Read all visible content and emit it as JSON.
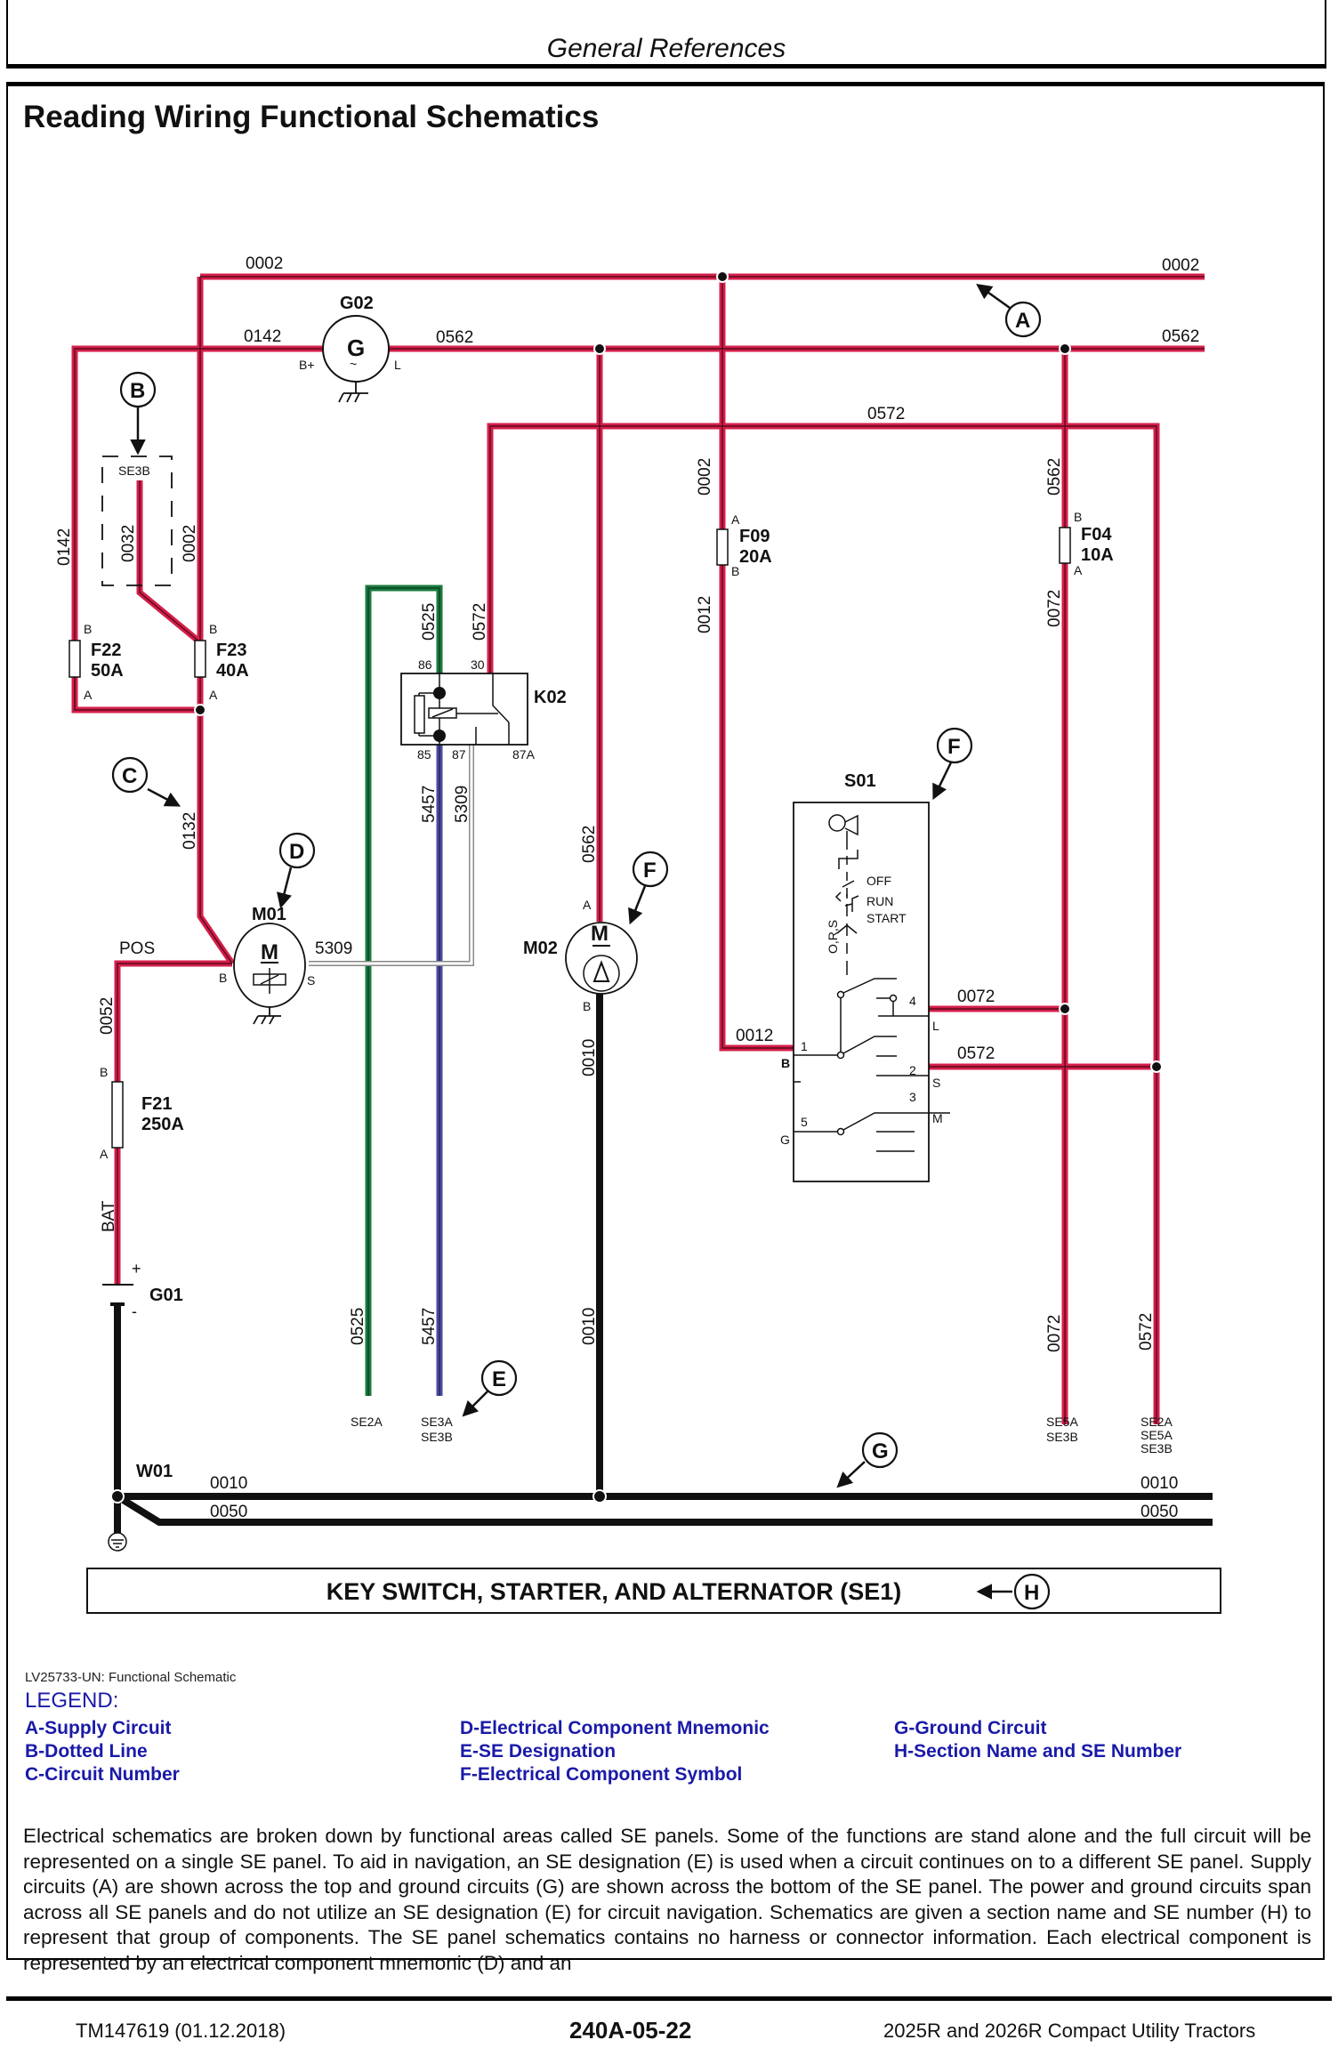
{
  "header": {
    "title": "General References"
  },
  "page_title": "Reading Wiring Functional Schematics",
  "colors": {
    "supply_wire": "#d41e4a",
    "supply_core": "#5a0a1c",
    "ground_wire": "#111111",
    "green_wire": "#1a7a3e",
    "blue_wire": "#4a4aa0",
    "legend_text": "#1a1aa8"
  },
  "schematic": {
    "circuits": {
      "c0002_top": "0002",
      "c0002_right": "0002",
      "c0142_h": "0142",
      "c0562_h": "0562",
      "c0562_right": "0562",
      "c0572_h": "0572",
      "c0142_v": "0142",
      "c0032": "0032",
      "c0002_v": "0002",
      "c0525_k": "0525",
      "c0572_k": "0572",
      "c0002_f09": "0002",
      "c0012_v": "0012",
      "c0562_f04": "0562",
      "c0072_v": "0072",
      "c0132": "0132",
      "c5457_k": "5457",
      "c5309_k": "5309",
      "c0562_m02": "0562",
      "c5309_h": "5309",
      "c0052": "0052",
      "c0010_m02": "0010",
      "c0012_h": "0012",
      "c0072_h": "0072",
      "c0572_h2": "0572",
      "c0525_low": "0525",
      "c5457_low": "5457",
      "c0010_low": "0010",
      "c0072_low": "0072",
      "c0572_low": "0572",
      "c0010_gnd": "0010",
      "c0050_gnd": "0050",
      "c0010_gnd_r": "0010",
      "c0050_gnd_r": "0050",
      "pos": "POS",
      "bat": "BAT"
    },
    "components": {
      "g02": {
        "name": "G02",
        "symbol": "G",
        "sub": "~",
        "pin_left": "B+",
        "pin_right": "L"
      },
      "f22": {
        "name": "F22",
        "rating": "50A",
        "pin_top": "B",
        "pin_bottom": "A"
      },
      "f23": {
        "name": "F23",
        "rating": "40A",
        "pin_top": "B",
        "pin_bottom": "A"
      },
      "f09": {
        "name": "F09",
        "rating": "20A",
        "pin_top": "A",
        "pin_bottom": "B"
      },
      "f04": {
        "name": "F04",
        "rating": "10A",
        "pin_top": "B",
        "pin_bottom": "A"
      },
      "f21": {
        "name": "F21",
        "rating": "250A",
        "pin_top": "B",
        "pin_bottom": "A"
      },
      "k02": {
        "name": "K02",
        "pin86": "86",
        "pin30": "30",
        "pin85": "85",
        "pin87": "87",
        "pin87a": "87A"
      },
      "m01": {
        "name": "M01",
        "symbol": "M",
        "pin_b": "B",
        "pin_s": "S"
      },
      "m02": {
        "name": "M02",
        "symbol": "M",
        "pin_a": "A",
        "pin_b": "B"
      },
      "g01": {
        "name": "G01",
        "plus": "+",
        "minus": "-"
      },
      "w01": {
        "name": "W01"
      },
      "s01": {
        "name": "S01",
        "positions": [
          "OFF",
          "RUN",
          "START"
        ],
        "ors": "O,R,S",
        "pin1": "1",
        "pin2": "2",
        "pin3": "3",
        "pin4": "4",
        "pin5": "5",
        "term_b": "B",
        "term_g": "G",
        "term_l": "L",
        "term_s": "S",
        "term_m": "M"
      },
      "dotted_box": {
        "label": "SE3B"
      }
    },
    "se_designations": {
      "se2a": "SE2A",
      "se3a_3b": [
        "SE3A",
        "SE3B"
      ],
      "se5a_3b": [
        "SE5A",
        "SE3B"
      ],
      "se2a_5a_3b": [
        "SE2A",
        "SE5A",
        "SE3B"
      ]
    },
    "callouts": {
      "a": "A",
      "b": "B",
      "c": "C",
      "d": "D",
      "e": "E",
      "f1": "F",
      "f2": "F",
      "g": "G",
      "h": "H"
    },
    "section_label": "KEY SWITCH, STARTER, AND ALTERNATOR (SE1)"
  },
  "caption": "LV25733-UN: Functional Schematic",
  "legend": {
    "title": "LEGEND:",
    "items": [
      "A-Supply Circuit",
      "B-Dotted Line",
      "C-Circuit Number",
      "D-Electrical Component Mnemonic",
      "E-SE Designation",
      "F-Electrical Component Symbol",
      "G-Ground Circuit",
      "H-Section Name and SE Number"
    ]
  },
  "body_text": "Electrical schematics are broken down by functional areas called SE panels. Some of the functions are stand alone and the full circuit will be represented on a single SE panel. To aid in navigation, an SE designation (E) is used when a circuit continues on to a different SE panel. Supply circuits (A) are shown across the top and ground circuits (G) are shown across the bottom of the SE panel. The power and ground circuits span across all SE panels and do not utilize an SE designation (E) for circuit navigation. Schematics are given a section name and SE number (H) to represent that group of components. The SE panel schematics contains no harness or connector information. Each electrical component is represented by an electrical component mnemonic (D) and an",
  "footer": {
    "left": "TM147619 (01.12.2018)",
    "center": "240A-05-22",
    "right": "2025R and 2026R Compact Utility Tractors"
  }
}
